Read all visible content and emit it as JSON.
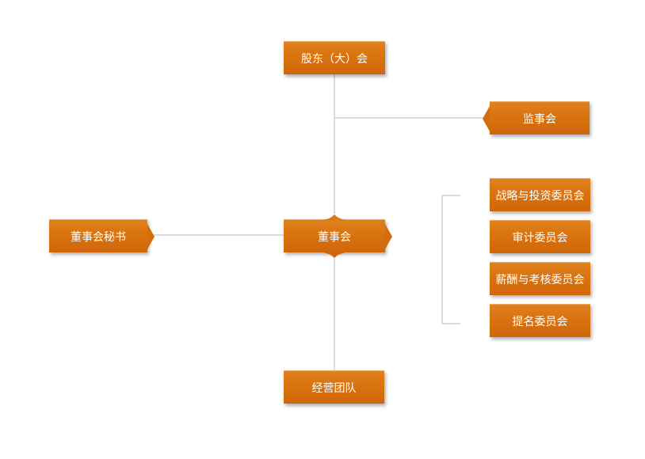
{
  "org": {
    "shareholders": {
      "label": "股东（大）会"
    },
    "supervisory": {
      "label": "监事会"
    },
    "board": {
      "label": "董事会"
    },
    "secretary": {
      "label": "董事会秘书"
    },
    "management": {
      "label": "经营团队"
    },
    "committees": [
      {
        "label": "战略与投资委员会"
      },
      {
        "label": "审计委员会"
      },
      {
        "label": "薪酬与考核委员会"
      },
      {
        "label": "提名委员会"
      }
    ]
  },
  "colors": {
    "background": "#ffffff",
    "connector": "#dcdcdc",
    "box_top": "#e0811f",
    "box_mid": "#d9730e",
    "box_bottom": "#d0660a",
    "box_highlight": "#eda95c",
    "notch_side": "#d56d0d",
    "notch_top": "#dc7812",
    "notch_bottom": "#cf6508",
    "node_text": "#ffffff"
  }
}
